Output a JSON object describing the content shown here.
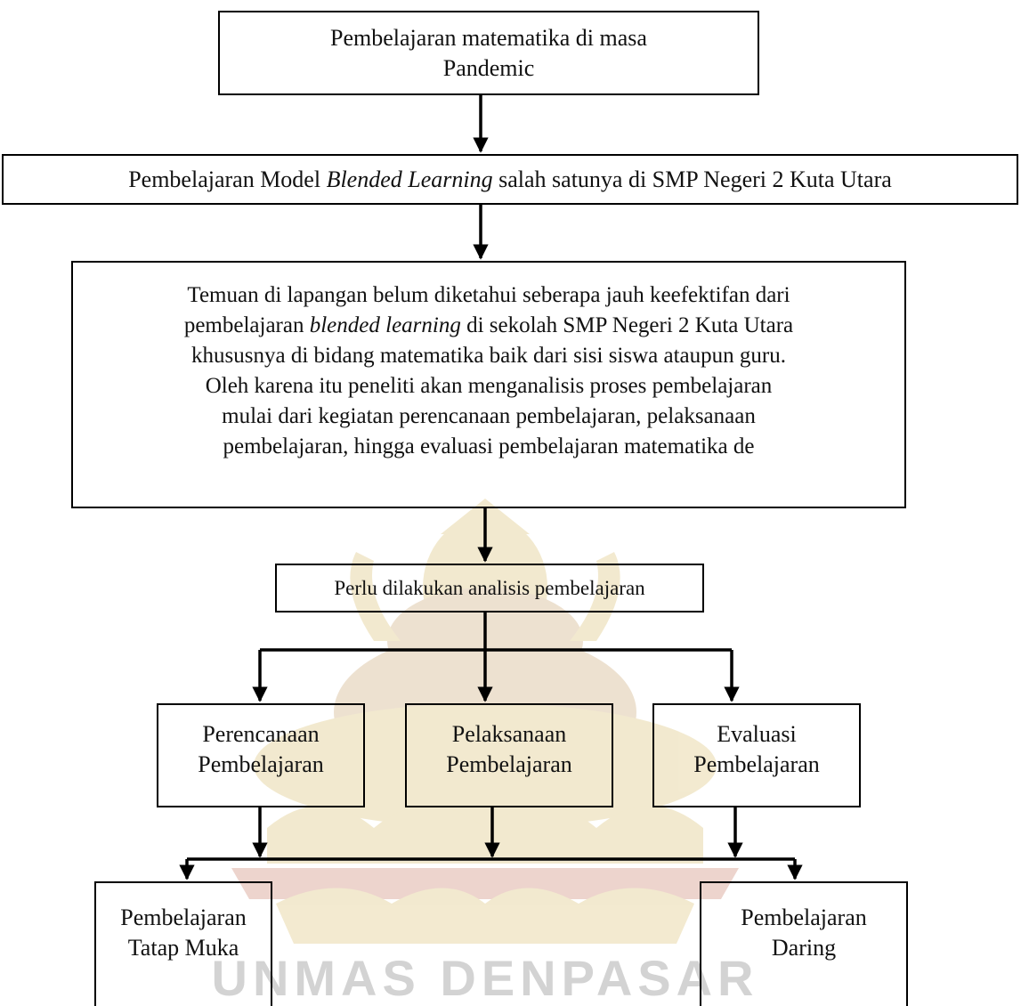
{
  "boxes": {
    "top": {
      "lines": [
        "Pembelajaran matematika di masa",
        "Pandemic"
      ]
    },
    "model": {
      "before": "Pembelajaran Model ",
      "italic": "Blended Learning",
      "after": " salah satunya di SMP Negeri 2 Kuta Utara"
    },
    "finding": {
      "line1": "Temuan di lapangan belum diketahui seberapa jauh keefektifan dari",
      "line2_before": "pembelajaran ",
      "line2_italic": "blended learning",
      "line2_after": " di sekolah SMP Negeri 2 Kuta Utara",
      "line3": "khususnya di bidang matematika baik dari sisi siswa ataupun guru.",
      "line4": "Oleh karena itu peneliti akan menganalisis proses pembelajaran",
      "line5": "mulai dari kegiatan perencanaan pembelajaran, pelaksanaan",
      "line6": "pembelajaran, hingga evaluasi pembelajaran matematika de"
    },
    "analysis": {
      "text": "Perlu dilakukan analisis pembelajaran"
    },
    "planning": {
      "lines": [
        "Perencanaan",
        "Pembelajaran"
      ]
    },
    "implementation": {
      "lines": [
        "Pelaksanaan",
        "Pembelajaran"
      ]
    },
    "evaluation": {
      "lines": [
        "Evaluasi",
        "Pembelajaran"
      ]
    },
    "face_to_face": {
      "lines": [
        "Pembelajaran",
        "Tatap Muka"
      ]
    },
    "online": {
      "lines": [
        "Pembelajaran",
        "Daring"
      ]
    }
  },
  "watermark": {
    "text": "UNMAS DENPASAR"
  },
  "colors": {
    "line": "#000000",
    "watermark_gold": "#c8a028",
    "watermark_red": "#b04020"
  }
}
